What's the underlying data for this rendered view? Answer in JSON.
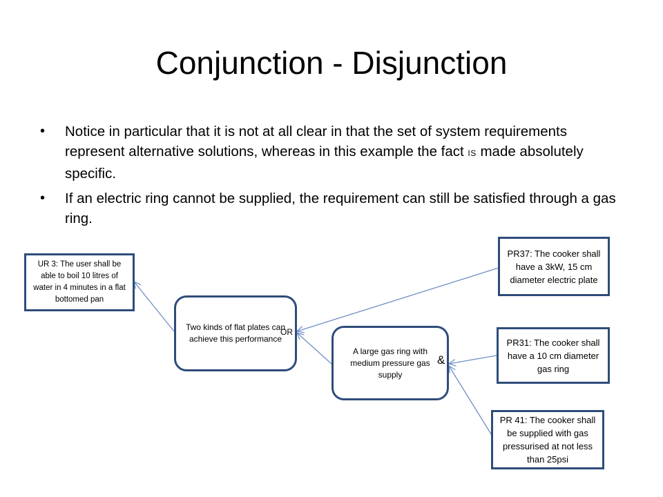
{
  "slide": {
    "title": "Conjunction - Disjunction"
  },
  "bullets": [
    {
      "dot": "•",
      "text_before": "Notice in particular that it is not at all clear in that the set of system requirements represent alternative solutions, whereas in this example the fact ",
      "small_caps": "IS",
      "text_after": " made absolutely specific."
    },
    {
      "dot": "•",
      "text": "If an electric ring cannot be supplied, the requirement can still be satisfied through a gas ring."
    }
  ],
  "diagram": {
    "ur3": "UR 3: The user shall be able to boil 10 litres of water in 4 minutes in a flat bottomed pan",
    "two_kinds": "Two kinds of flat plates can achieve this performance",
    "or_label": "OR",
    "gas_ring": "A large gas ring with medium pressure gas supply",
    "and_label": "&",
    "pr37": "PR37: The cooker shall have a 3kW, 15 cm diameter electric plate",
    "pr31": "PR31: The cooker shall have a 10 cm diameter gas ring",
    "pr41": "PR 41: The cooker shall be supplied with gas pressurised at not less than 25psi",
    "colors": {
      "box_border": "#2e4c7a",
      "arrow": "#6f8fc4"
    }
  }
}
